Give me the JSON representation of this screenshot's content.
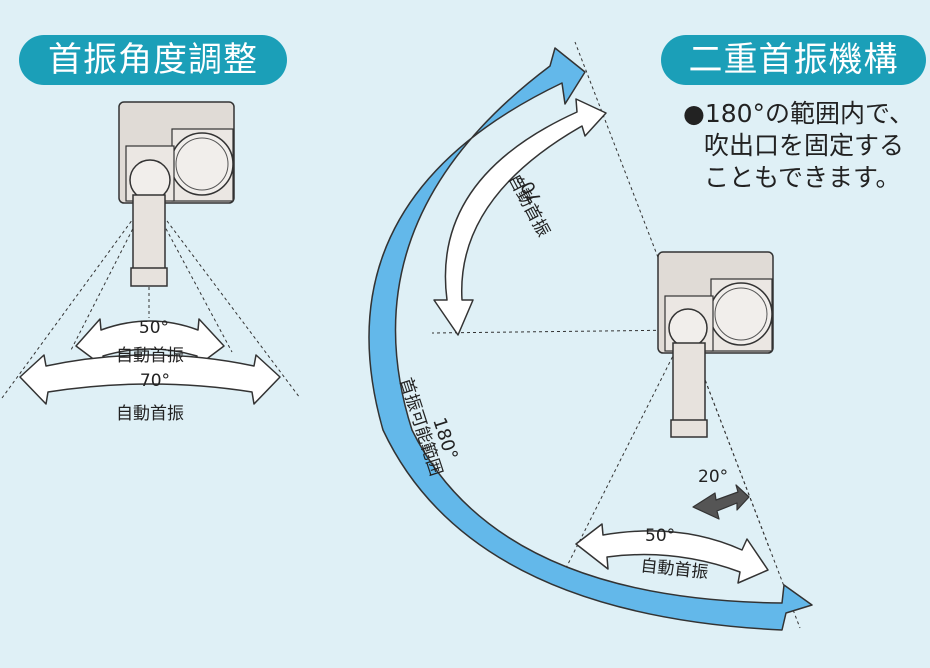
{
  "left_panel": {
    "title": "首振角度調整",
    "inner_angle": "50°",
    "inner_label": "自動首振",
    "outer_angle": "70°",
    "outer_label": "自動首振"
  },
  "right_panel": {
    "title": "二重首振機構",
    "note_bullet": "●",
    "note_line1": "180°の範囲内で、",
    "note_line2": "吹出口を固定する",
    "note_line3": "こともできます。",
    "range_angle": "180°",
    "range_label": "首振可能範囲",
    "upper_angle": "70°",
    "upper_label": "自動首振",
    "lower_angle": "50°",
    "lower_label": "自動首振",
    "offset_angle": "20°"
  },
  "colors": {
    "badge": "#1b9fb8",
    "background": "#dff0f6",
    "range_arrow": "#63b8ea",
    "swing_arrow": "#ffffff",
    "offset_arrow": "#555555",
    "unit_body": "#e0dbd6"
  }
}
